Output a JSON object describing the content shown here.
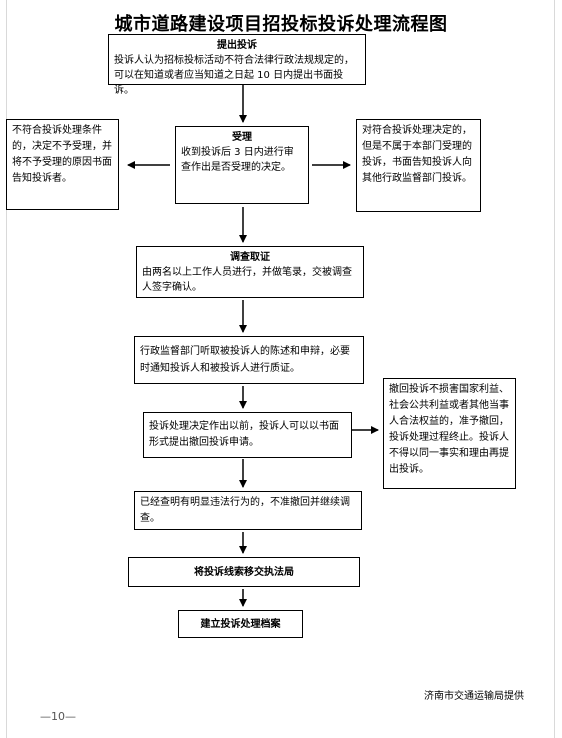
{
  "title": "城市道路建设项目招投标投诉处理流程图",
  "boxes": {
    "submit": {
      "heading": "提出投诉",
      "text": "投诉人认为招标投标活动不符合法律行政法规规定的，可以在知道或者应当知道之日起 10 日内提出书面投诉。"
    },
    "accept": {
      "heading": "受理",
      "text": "收到投诉后 3 日内进行审查作出是否受理的决定。"
    },
    "reject": {
      "text": "不符合投诉处理条件的，决定不予受理，并将不予受理的原因书面告知投诉者。"
    },
    "refer": {
      "text": "对符合投诉处理决定的，但是不属于本部门受理的投诉，书面告知投诉人向其他行政监督部门投诉。"
    },
    "investigate": {
      "heading": "调查取证",
      "text": "由两名以上工作人员进行，并做笔录，交被调查人签字确认。"
    },
    "hearing": {
      "text": "行政监督部门听取被投诉人的陈述和申辩，必要时通知投诉人和被投诉人进行质证。"
    },
    "withdraw": {
      "text": "投诉处理决定作出以前，投诉人可以以书面形式提出撤回投诉申请。"
    },
    "withdraw_note": {
      "text": "撤回投诉不损害国家利益、社会公共利益或者其他当事人合法权益的，准予撤回，投诉处理过程终止。投诉人不得以同一事实和理由再提出投诉。"
    },
    "violation": {
      "text": "已经查明有明显违法行为的，不准撤回并继续调查。"
    },
    "transfer": {
      "text": "将投诉线索移交执法局"
    },
    "archive": {
      "text": "建立投诉处理档案"
    }
  },
  "footer": "济南市交通运输局提供",
  "page_number": "—10—"
}
